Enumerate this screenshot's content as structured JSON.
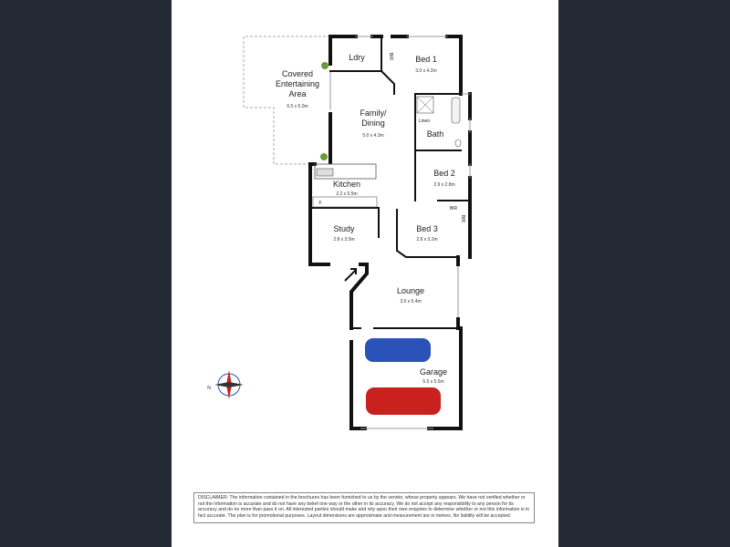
{
  "plan": {
    "rooms": {
      "covered": {
        "line1": "Covered",
        "line2": "Entertaining",
        "line3": "Area",
        "dims": "6.5 x 5.0m"
      },
      "ldry": {
        "label": "Ldry"
      },
      "bed1": {
        "label": "Bed 1",
        "dims": "3.0 x 4.2m"
      },
      "family": {
        "line1": "Family/",
        "line2": "Dining",
        "dims": "5.0 x 4.3m"
      },
      "bath": {
        "label": "Bath"
      },
      "linen": {
        "label": "Linen"
      },
      "bed2": {
        "label": "Bed 2",
        "dims": "2.9 x 2.8m"
      },
      "kitchen": {
        "label": "Kitchen",
        "dims": "2.2 x 5.5m"
      },
      "study": {
        "label": "Study",
        "dims": "2.8 x 3.5m"
      },
      "bed3": {
        "label": "Bed 3",
        "dims": "2.8 x 3.2m"
      },
      "lounge": {
        "label": "Lounge",
        "dims": "3.5 x 5.4m"
      },
      "garage": {
        "label": "Garage",
        "dims": "5.5 x 5.5m"
      }
    },
    "bir_label": "BIR",
    "fridge_label": "F",
    "compass_n": "N",
    "car_colors": [
      "#2a52b8",
      "#c8211e"
    ]
  },
  "disclaimer": "DISCLAIMER: The information contained in the brochures has been furnished to us by the vendor, whose property appears. We have not verified whether or not the information is accurate and do not have any belief one way or the other in its accuracy. We do not accept any responsibility to any person for its accuracy and do no more than pass it on. All interested parties should make and rely upon their own enquires to determine whether or not this information is in fact accurate. The plan is for promotional purposes. Layout dimensions are approximate and measurement are in metres. No liability will be accepted."
}
